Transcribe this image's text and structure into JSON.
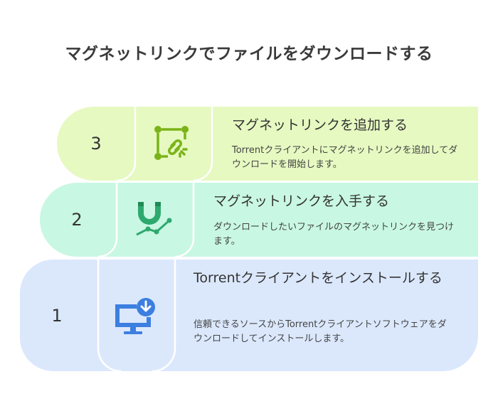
{
  "title": "マグネットリンクでファイルをダウンロードする",
  "steps": [
    {
      "number": "3",
      "title": "マグネットリンクを追加する",
      "description": "Torrentクライアントにマグネットリンクを追加してダウンロードを開始します。",
      "icon": "link-nodes-icon",
      "color": "#e6f9c1",
      "icon_color": "#7ab317"
    },
    {
      "number": "2",
      "title": "マグネットリンクを入手する",
      "description": "ダウンロードしたいファイルのマグネットリンクを見つけます。",
      "icon": "magnet-trend-icon",
      "color": "#c8f7e3",
      "icon_color": "#2ea96e"
    },
    {
      "number": "1",
      "title": "Torrentクライアントをインストールする",
      "description": "信頼できるソースからTorrentクライアントソフトウェアをダウンロードしてインストールします。",
      "icon": "monitor-download-icon",
      "color": "#dbe8fc",
      "icon_color": "#3d7fe0"
    }
  ]
}
